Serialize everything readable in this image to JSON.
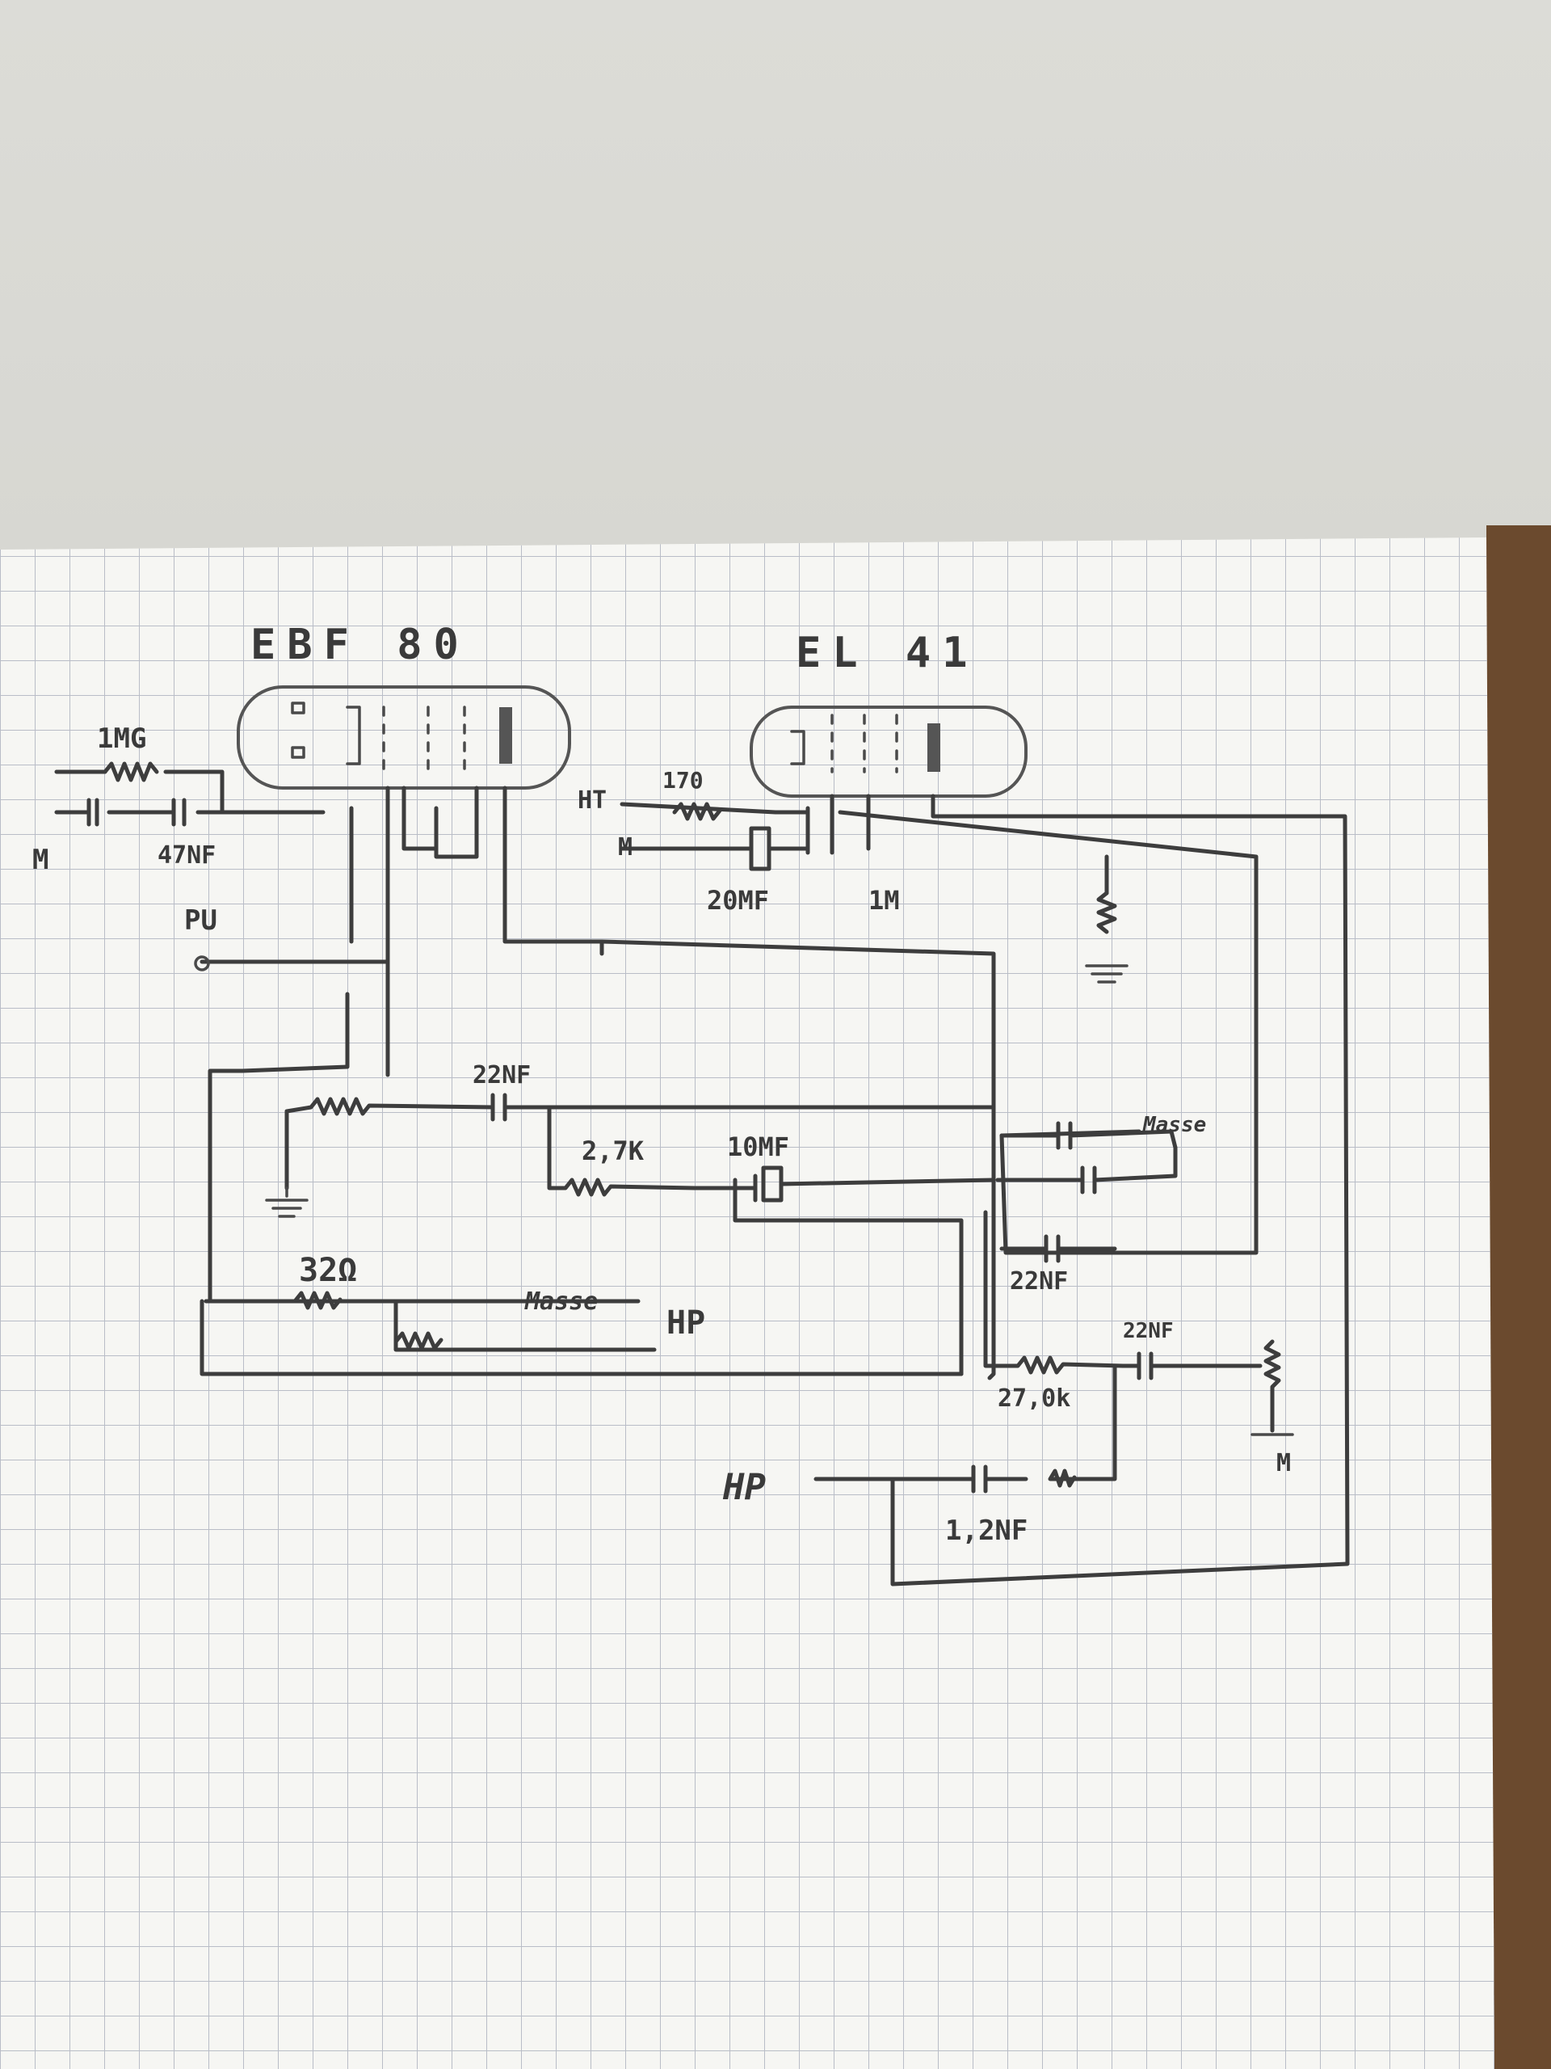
{
  "tubes": {
    "left": "EBF 80",
    "right": "EL 41"
  },
  "labels": {
    "r_1mg": "1MG",
    "c_47nf": "47NF",
    "m_input": "M",
    "pu": "PU",
    "ht": "HT",
    "r_170": "170",
    "m_bias": "M",
    "c_20mf": "20MF",
    "r_1m": "1M",
    "c_22nf_top": "22NF",
    "r_2k7": "2,7K",
    "c_10mf": "10MF",
    "masse_right": "Masse",
    "c_22nf_mid": "22NF",
    "c_22nf_right": "22NF",
    "r_27k": "27,0k",
    "m_ground": "M",
    "r_32ohm": "32Ω",
    "masse_left": "Masse",
    "hp_left": "HP",
    "hp_bottom": "HP",
    "c_1nf2": "1,2NF"
  },
  "colors": {
    "paper": "#f6f6f3",
    "grid": "#b9bdc7",
    "ink": "#3d3d3d",
    "wall": "#d9d9d4",
    "desk": "#6b4a2e"
  }
}
